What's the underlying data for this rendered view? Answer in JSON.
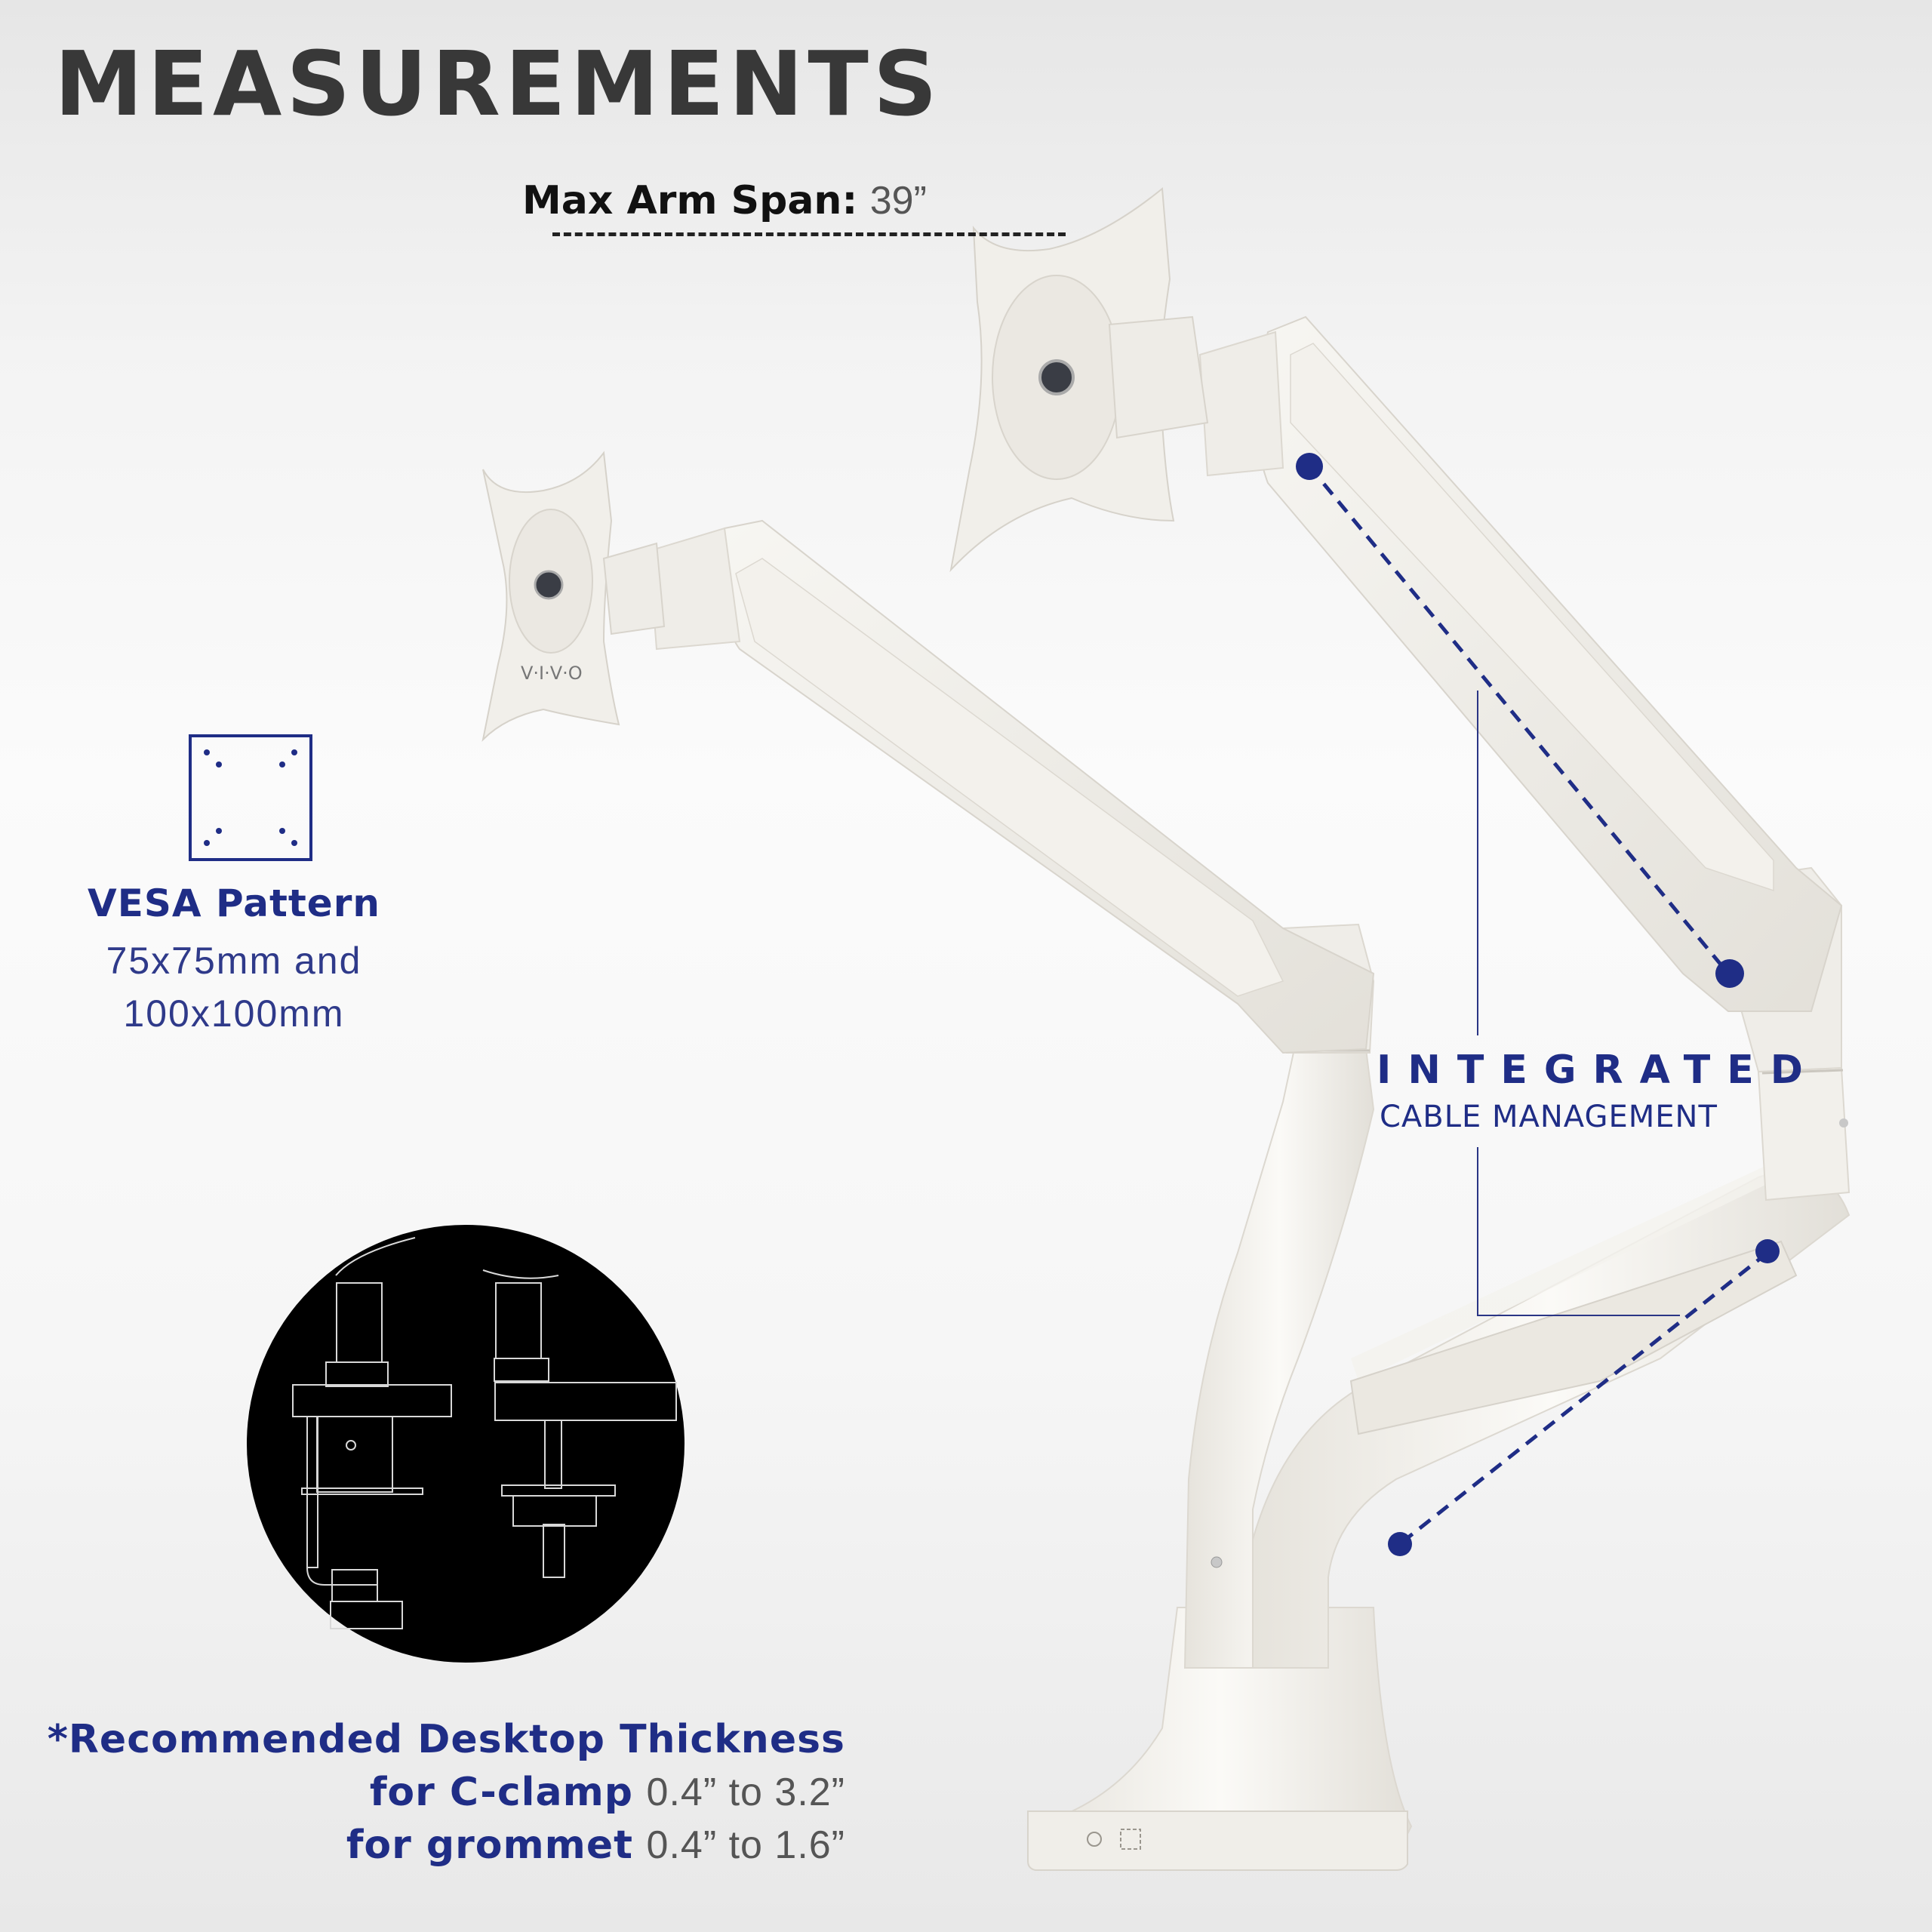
{
  "page": {
    "title": "MEASUREMENTS"
  },
  "arm_span": {
    "label": "Max Arm Span:",
    "value": "39”"
  },
  "vesa": {
    "icon": "vesa-pattern-icon",
    "title": "VESA Pattern",
    "line1": "75x75mm and",
    "line2": "100x100mm"
  },
  "cable_management": {
    "title": "INTEGRATED",
    "subtitle": "CABLE MANAGEMENT"
  },
  "desktop_thickness": {
    "heading": "*Recommended Desktop Thickness",
    "rows": [
      {
        "label": "for C-clamp",
        "value": "0.4” to 3.2”"
      },
      {
        "label": "for grommet",
        "value": "0.4” to 1.6”"
      }
    ]
  },
  "product": {
    "brand_mark": "V·I·V·O",
    "mount_options_icon": "clamp-and-grommet-diagram"
  },
  "colors": {
    "accent_navy": "#1f2d86",
    "title_gray": "#383838",
    "product_white": "#f1efea",
    "diagram_bg": "#000000"
  }
}
